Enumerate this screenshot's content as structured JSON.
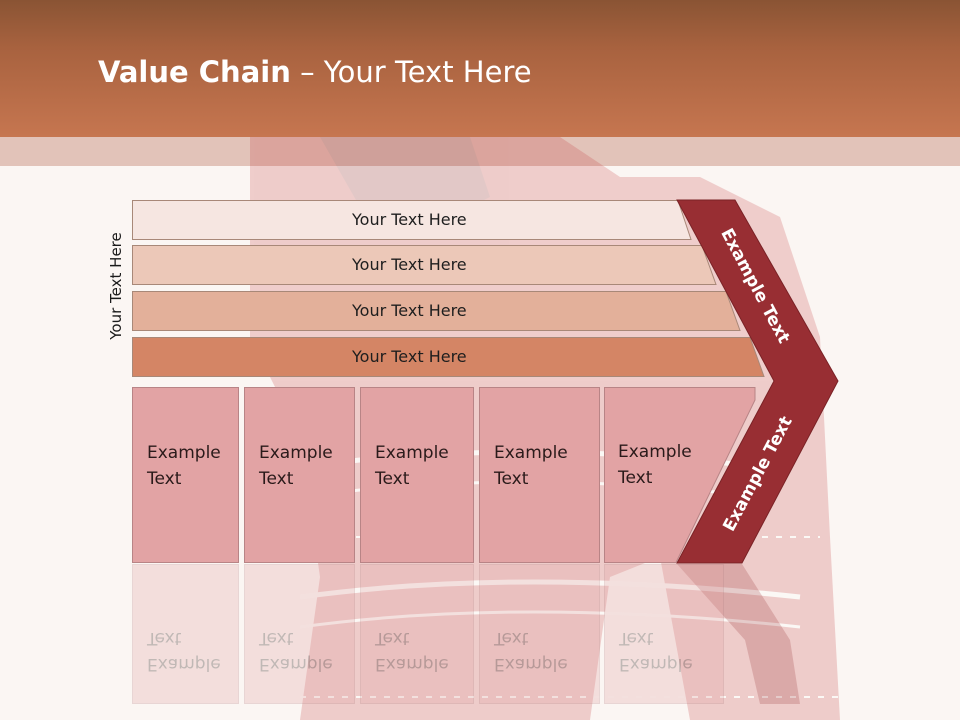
{
  "slide": {
    "title_bold": "Value Chain",
    "title_rest": " – Your Text Here"
  },
  "diagram": {
    "side_label": "Your Text Here",
    "bars": [
      {
        "label": "Your Text Here",
        "color": "#f6e6e1"
      },
      {
        "label": "Your Text Here",
        "color": "#ecc8b8"
      },
      {
        "label": "Your Text Here",
        "color": "#e3b09a"
      },
      {
        "label": "Your Text Here",
        "color": "#d48565"
      }
    ],
    "columns": [
      {
        "label": "Example Text"
      },
      {
        "label": "Example Text"
      },
      {
        "label": "Example Text"
      },
      {
        "label": "Example Text"
      },
      {
        "label": "Example Text"
      }
    ],
    "chevron": {
      "upper_label": "Example Text",
      "lower_label": "Example Text",
      "color": "#982e33"
    }
  }
}
